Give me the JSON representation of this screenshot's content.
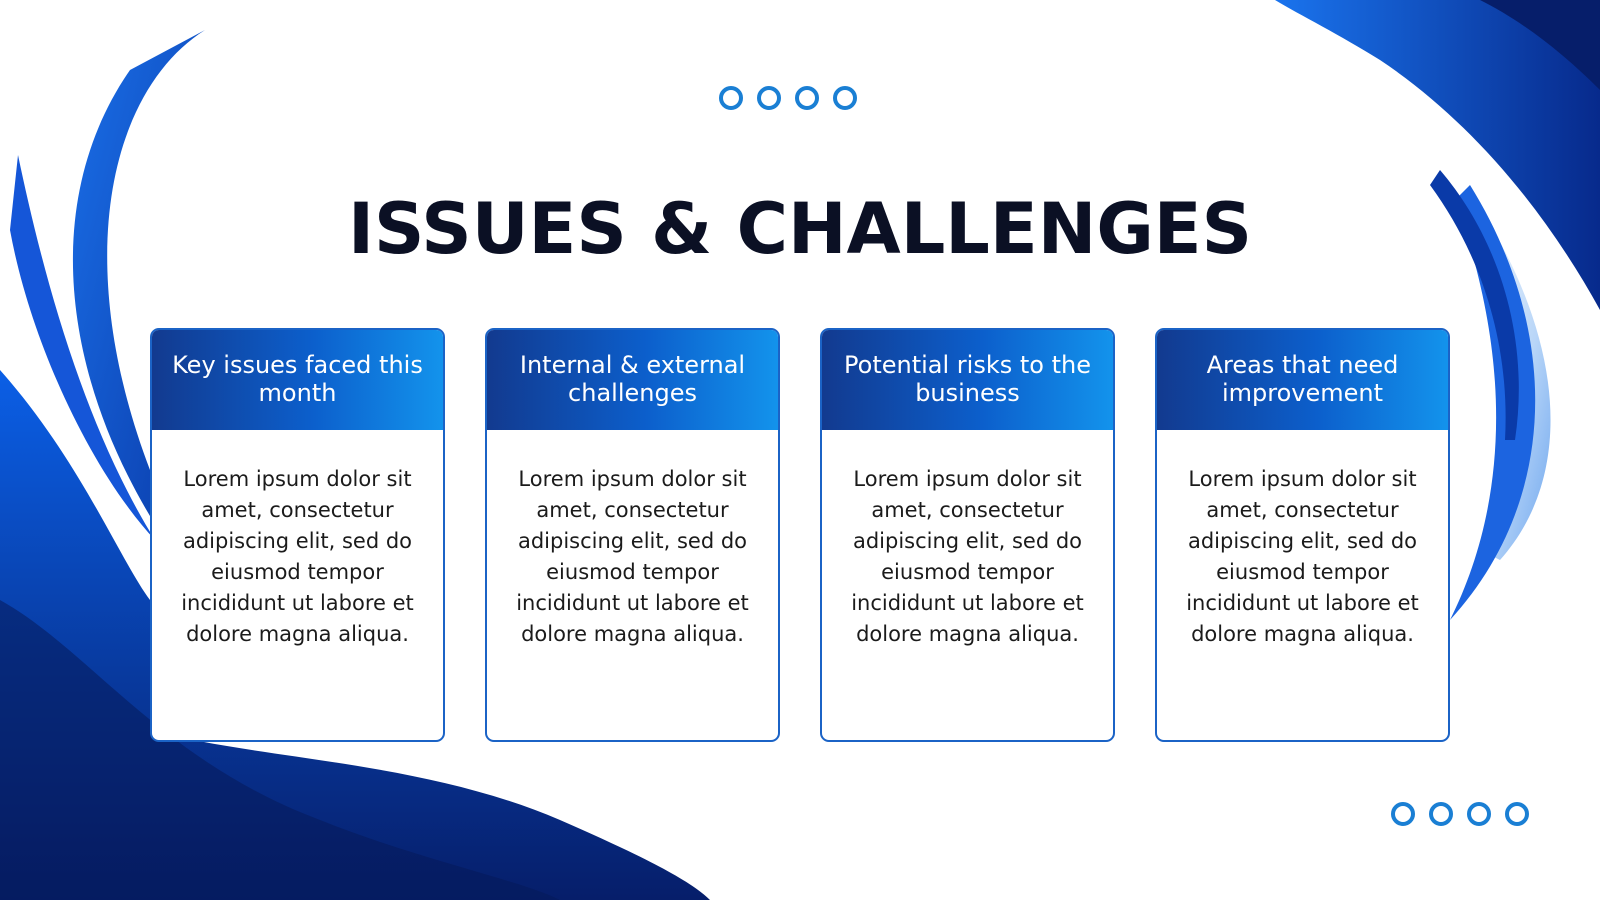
{
  "slide": {
    "title": "ISSUES & CHALLENGES",
    "cards": [
      {
        "heading": "Key issues faced this month",
        "body": "Lorem ipsum dolor sit amet, consectetur adipiscing elit, sed do eiusmod tempor incididunt ut labore et dolore magna aliqua."
      },
      {
        "heading": "Internal & external challenges",
        "body": "Lorem ipsum dolor sit amet, consectetur adipiscing elit, sed do eiusmod tempor incididunt ut labore et dolore magna aliqua."
      },
      {
        "heading": "Potential risks to the business",
        "body": "Lorem ipsum dolor sit amet, consectetur adipiscing elit, sed do eiusmod tempor incididunt ut labore et dolore magna aliqua."
      },
      {
        "heading": "Areas that need improvement",
        "body": "Lorem ipsum dolor sit amet, consectetur adipiscing elit, sed do eiusmod tempor incididunt ut labore et dolore magna aliqua."
      }
    ]
  },
  "colors": {
    "title": "#0b1024",
    "accent": "#1a7fd4",
    "header_gradient_start": "#123a8f",
    "header_gradient_end": "#1393ec",
    "card_border": "#1b63c6",
    "wave_dark": "#0a2a7a",
    "wave_mid": "#0b55d6",
    "wave_light": "#cfe3fb"
  }
}
